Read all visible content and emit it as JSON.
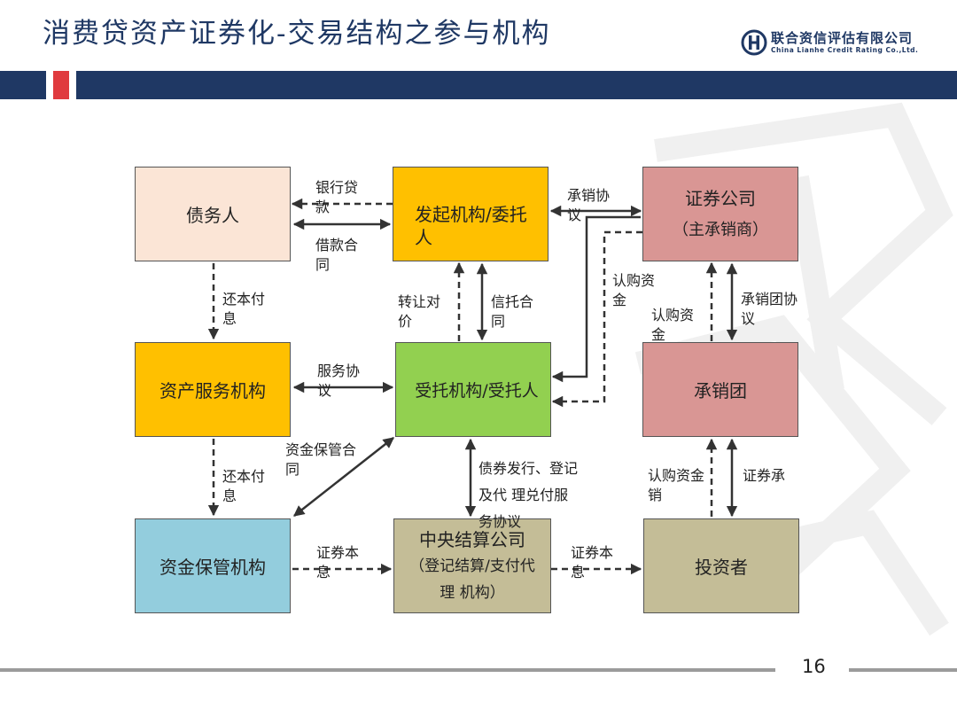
{
  "slide": {
    "title": "消费贷资产证券化-交易结构之参与机构",
    "page_number": "16"
  },
  "logo": {
    "cn": "联合资信评估有限公司",
    "en": "China Lianhe Credit Rating Co.,Ltd."
  },
  "colors": {
    "navy": "#1f3864",
    "red_accent": "#e03a3e",
    "peach": "#fbe5d6",
    "orange": "#ffc000",
    "green": "#92d050",
    "rose": "#d99694",
    "teal": "#93cddd",
    "khaki": "#c4bd97"
  },
  "nodes": {
    "debtor": "债务人",
    "originator": [
      "发起机构/委托",
      "人"
    ],
    "securities_firm": [
      "证券公司",
      "（主承销商）"
    ],
    "servicer": "资产服务机构",
    "trustee": "受托机构/受托人",
    "syndicate": "承销团",
    "custodian": "资金保管机构",
    "csdc": [
      "中央结算公司",
      "（登记结算/支付代",
      "理  机构）"
    ],
    "investor": "投资者"
  },
  "edge_labels": {
    "bank_loan": [
      "银行贷",
      "款"
    ],
    "loan_contract": [
      "借款合",
      "同"
    ],
    "underwriting_agreement": [
      "承销协",
      "议"
    ],
    "repay_1": [
      "还本付",
      "息"
    ],
    "transfer_price": [
      "转让对",
      "价"
    ],
    "trust_contract": [
      "信托合",
      "同"
    ],
    "subscription_funds_1": [
      "认购资",
      "金"
    ],
    "subscription_funds_2": [
      "认购资",
      "金"
    ],
    "syndicate_agreement": [
      "承销团协",
      "议"
    ],
    "service_agreement": [
      "服务协",
      "议"
    ],
    "custody_contract": [
      "资金保管合",
      "同"
    ],
    "repay_2": [
      "还本付",
      "息"
    ],
    "bond_issue_agreement": [
      "债券发行、登记",
      "及代  理兑付服",
      "务协议"
    ],
    "subscription_funds_3": [
      "认购资金",
      "销"
    ],
    "securities_underwrite": "证券承",
    "principal_interest_1": [
      "证券本",
      "息"
    ],
    "principal_interest_2": [
      "证券本",
      "息"
    ]
  }
}
